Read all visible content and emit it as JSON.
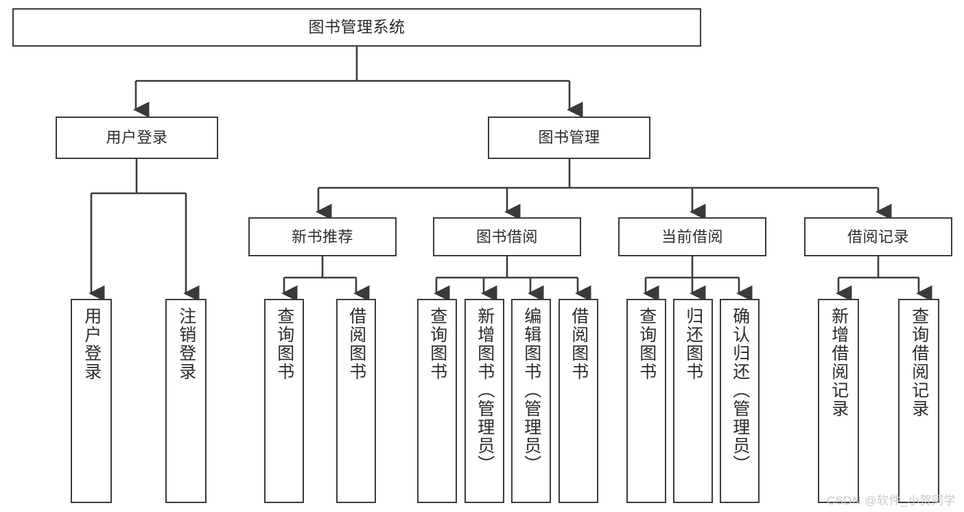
{
  "diagram": {
    "type": "tree-flowchart",
    "orientation": "top-down",
    "stroke_color": "#3a3a3a",
    "fill_color": "#ffffff",
    "text_color": "#2b2b2b",
    "root": {
      "label": "图书管理系统"
    },
    "level2": [
      {
        "label": "用户登录"
      },
      {
        "label": "图书管理"
      }
    ],
    "level3": [
      {
        "label": "新书推荐"
      },
      {
        "label": "图书借阅"
      },
      {
        "label": "当前借阅"
      },
      {
        "label": "借阅记录"
      }
    ],
    "leaves": [
      {
        "label": "用户登录",
        "parent": "用户登录"
      },
      {
        "label": "注销登录",
        "parent": "用户登录"
      },
      {
        "label": "查询图书",
        "parent": "新书推荐"
      },
      {
        "label": "借阅图书",
        "parent": "新书推荐"
      },
      {
        "label": "查询图书",
        "parent": "图书借阅"
      },
      {
        "label": "新增图书（管理员）",
        "parent": "图书借阅"
      },
      {
        "label": "编辑图书（管理员）",
        "parent": "图书借阅"
      },
      {
        "label": "借阅图书",
        "parent": "图书借阅"
      },
      {
        "label": "查询图书",
        "parent": "当前借阅"
      },
      {
        "label": "归还图书",
        "parent": "当前借阅"
      },
      {
        "label": "确认归还（管理员）",
        "parent": "当前借阅"
      },
      {
        "label": "新增借阅记录",
        "parent": "借阅记录"
      },
      {
        "label": "查询借阅记录",
        "parent": "借阅记录"
      }
    ]
  },
  "watermark": {
    "text": "CSDN @软件_小贺同学",
    "color": "#c8c8c8"
  }
}
